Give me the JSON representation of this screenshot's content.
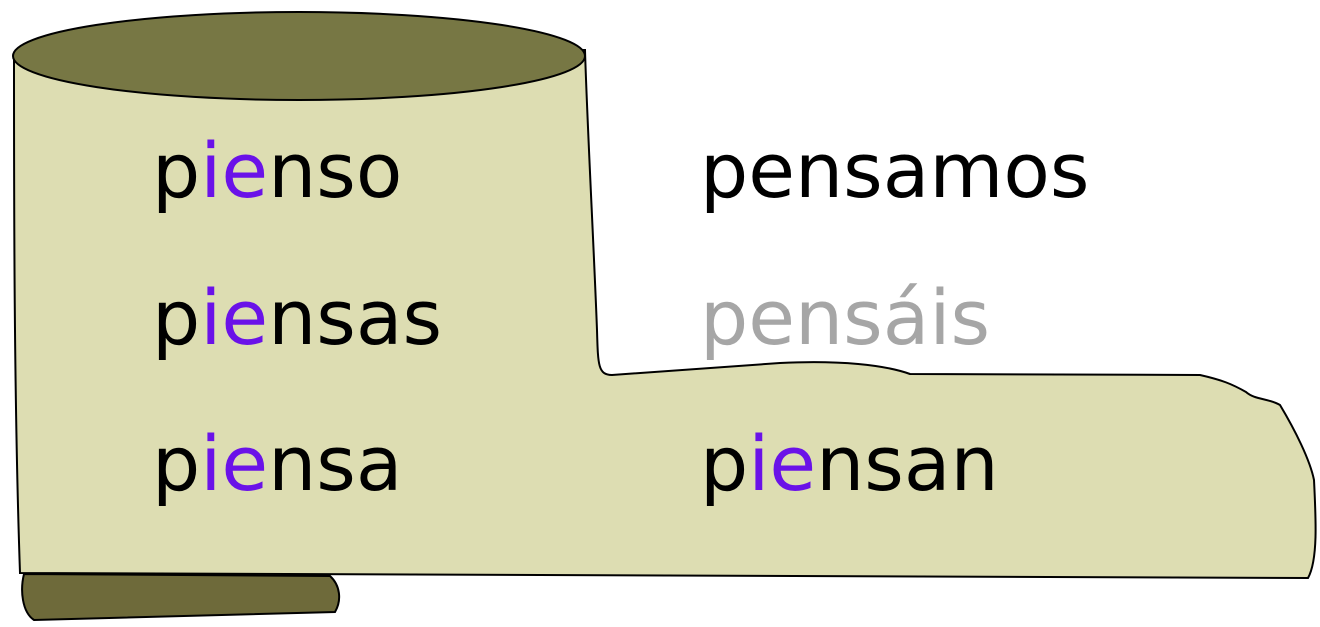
{
  "colors": {
    "boot_fill": "#ddddb2",
    "boot_stroke": "#000000",
    "top_ellipse": "#777744",
    "heel": "#6e6a3a",
    "text": "#000000",
    "highlight": "#6a12e8",
    "dimmed": "#a6a6a6"
  },
  "conjugation": {
    "yo": {
      "pre": "p",
      "stem_change": "ie",
      "post": "nso"
    },
    "tu": {
      "pre": "p",
      "stem_change": "ie",
      "post": "nsas"
    },
    "el": {
      "pre": "p",
      "stem_change": "ie",
      "post": "nsa"
    },
    "nosotros": {
      "pre": "pensamos",
      "stem_change": "",
      "post": ""
    },
    "vosotros": {
      "pre": "pensáis",
      "stem_change": "",
      "post": ""
    },
    "ellos": {
      "pre": "p",
      "stem_change": "ie",
      "post": "nsan"
    }
  }
}
